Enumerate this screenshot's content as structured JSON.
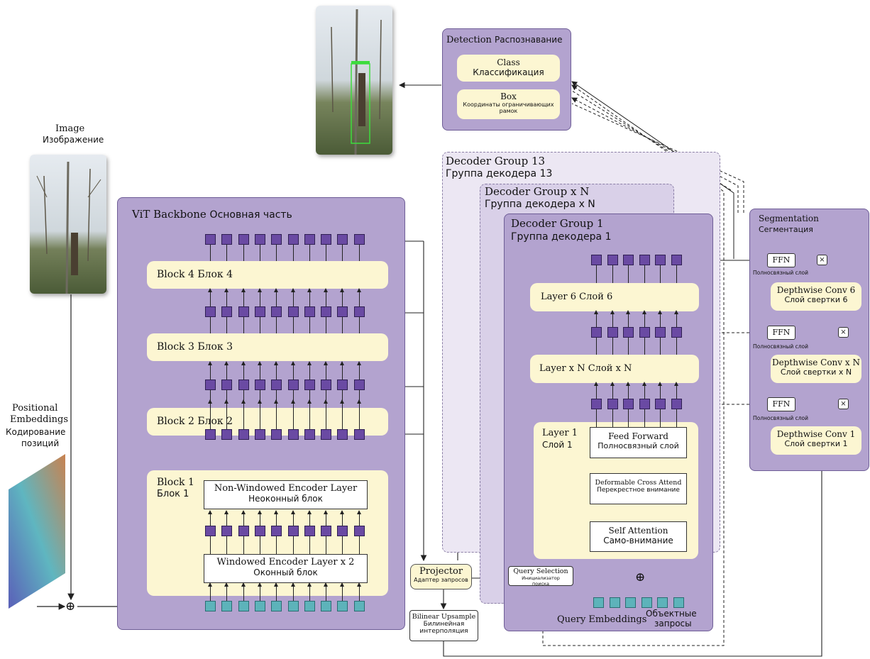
{
  "image": {
    "title_en": "Image",
    "title_ru": "Изображение"
  },
  "posemb": {
    "en1": "Positional",
    "en2": "Embeddings",
    "ru1": "Кодирование",
    "ru2": "позиций"
  },
  "backbone": {
    "title_en": "ViT Backbone",
    "title_ru": "Основная часть",
    "block4": "Block 4 Блок 4",
    "block3": "Block 3 Блок 3",
    "block2": "Block 2 Блок 2",
    "block1_en": "Block 1",
    "block1_ru": "Блок 1",
    "nonwin_en": "Non-Windowed Encoder Layer",
    "nonwin_ru": "Неоконный блок",
    "win_en": "Windowed Encoder Layer x 2",
    "win_ru": "Оконный блок"
  },
  "detection": {
    "title_en": "Detection",
    "title_ru": "Распознавание",
    "class_en": "Class",
    "class_ru": "Классификация",
    "box_en": "Box",
    "box_ru1": "Координаты ограничивающих",
    "box_ru2": "рамок"
  },
  "decoder": {
    "g13_en": "Decoder Group 13",
    "g13_ru": "Группа декодера 13",
    "gN_en": "Decoder Group x N",
    "gN_ru": "Группа декодера x N",
    "g1_en": "Decoder Group 1",
    "g1_ru": "Группа декодера 1",
    "layer6": "Layer 6  Слой 6",
    "layerN": "Layer x N  Слой x N",
    "layer1_en": "Layer 1",
    "layer1_ru": "Слой 1",
    "ff_en": "Feed Forward",
    "ff_ru": "Полносвязный слой",
    "dca_en": "Deformable Cross Attend",
    "dca_ru": "Перекрестное внимание",
    "sa_en": "Self Attention",
    "sa_ru": "Само-внимание",
    "qe_en": "Query Embeddings",
    "qe_ru1": "Объектные",
    "qe_ru2": "запросы"
  },
  "projector": {
    "en": "Projector",
    "ru": "Адаптер запросов"
  },
  "query_sel": {
    "en": "Query Selection",
    "ru1": "Инициализатор",
    "ru2": "поиска"
  },
  "upsample": {
    "en": "Bilinear Upsample",
    "ru1": "Билинейная",
    "ru2": "интерполяция"
  },
  "segmentation": {
    "title_en": "Segmentation",
    "title_ru": "Сегментация",
    "ffn": "FFN",
    "ffn_ru": "Полносвязный слой",
    "mult": "×",
    "dw6_en": "Depthwise Conv 6",
    "dw6_ru": "Слой свертки 6",
    "dwN_en": "Depthwise Conv x N",
    "dwN_ru": "Слой свертки x N",
    "dw1_en": "Depthwise Conv 1",
    "dw1_ru": "Слой свертки 1"
  },
  "plus_symbol": "⊕",
  "colors": {
    "panel": "#b3a3cf",
    "cream": "#fcf6d2",
    "token_purple": "#6a4aa3",
    "token_teal": "#5db3ba"
  }
}
